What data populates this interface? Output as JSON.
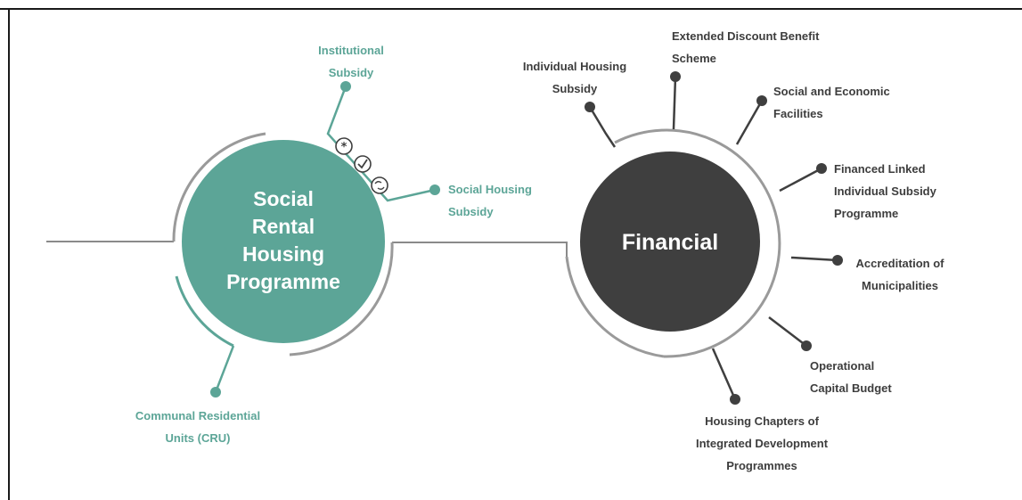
{
  "colors": {
    "teal": "#5ca597",
    "dark": "#3f3f3f",
    "connector": "#8a8a8a"
  },
  "hubs": {
    "social": {
      "lines": [
        "Social",
        "Rental",
        "Housing",
        "Programme"
      ]
    },
    "financial": {
      "lines": [
        "Financial"
      ]
    }
  },
  "nodes": {
    "institutional": [
      "Institutional",
      "Subsidy"
    ],
    "social_housing": [
      "Social Housing",
      "Subsidy"
    ],
    "cru": [
      "Communal Residential",
      "Units (CRU)"
    ],
    "individual": [
      "Individual Housing",
      "Subsidy"
    ],
    "extended": [
      "Extended Discount Benefit",
      "Scheme"
    ],
    "socio_economic": [
      "Social and Economic",
      "Facilities"
    ],
    "flisp": [
      "Financed Linked",
      "Individual Subsidy",
      "Programme"
    ],
    "accreditation": [
      "Accreditation of",
      "Municipalities"
    ],
    "operational": [
      "Operational",
      "Capital Budget"
    ],
    "housing_chapters": [
      "Housing Chapters of",
      "Integrated Development",
      "Programmes"
    ]
  },
  "icons": [
    "asterisk-icon",
    "check-icon",
    "cycle-icon"
  ]
}
